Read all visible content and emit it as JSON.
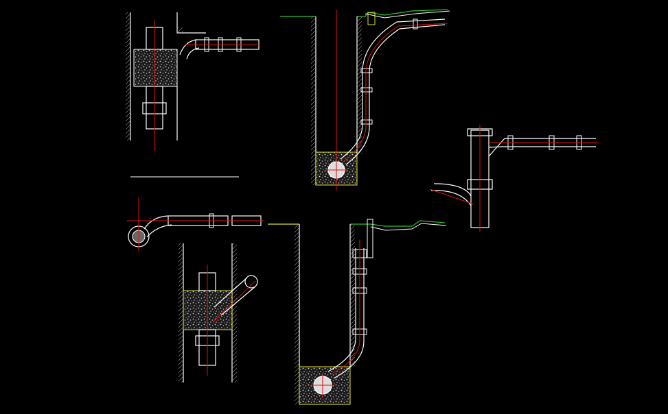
{
  "drawing": {
    "background": "#000000",
    "colors": {
      "line": "#ffffff",
      "centerline": "#e01010",
      "ground": "#30c030",
      "boundary": "#e0e030",
      "fill": "#a8a8a8"
    },
    "details": [
      {
        "id": "wall-penetration-top",
        "symbol": "pipe-through-concrete-icon"
      },
      {
        "id": "trench-bend-top",
        "symbol": "trench-with-bend-icon"
      },
      {
        "id": "y-branch-right",
        "symbol": "y-junction-icon"
      },
      {
        "id": "pipe-run-left",
        "symbol": "horizontal-pipe-icon"
      },
      {
        "id": "wall-penetration-bottom",
        "symbol": "pipe-through-concrete-icon"
      },
      {
        "id": "trench-bend-bottom",
        "symbol": "trench-with-bend-icon"
      }
    ]
  }
}
